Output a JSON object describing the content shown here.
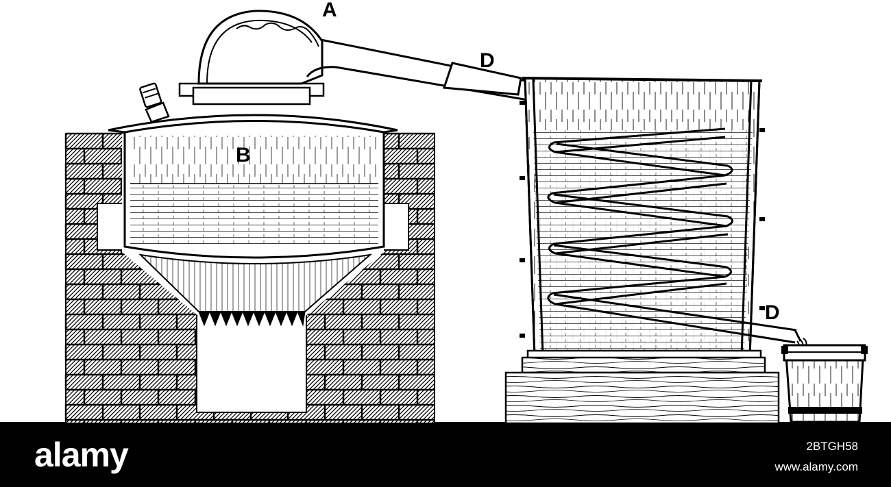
{
  "labels": {
    "a": "A",
    "b": "B",
    "d_top": "D",
    "d_bottom": "D"
  },
  "footer": {
    "brand": "alamy",
    "image_id": "2BTGH58",
    "url": "www.alamy.com"
  },
  "colors": {
    "ink": "#000000",
    "paper": "#ffffff",
    "footer_bg": "#000000",
    "footer_text": "#ffffff"
  }
}
